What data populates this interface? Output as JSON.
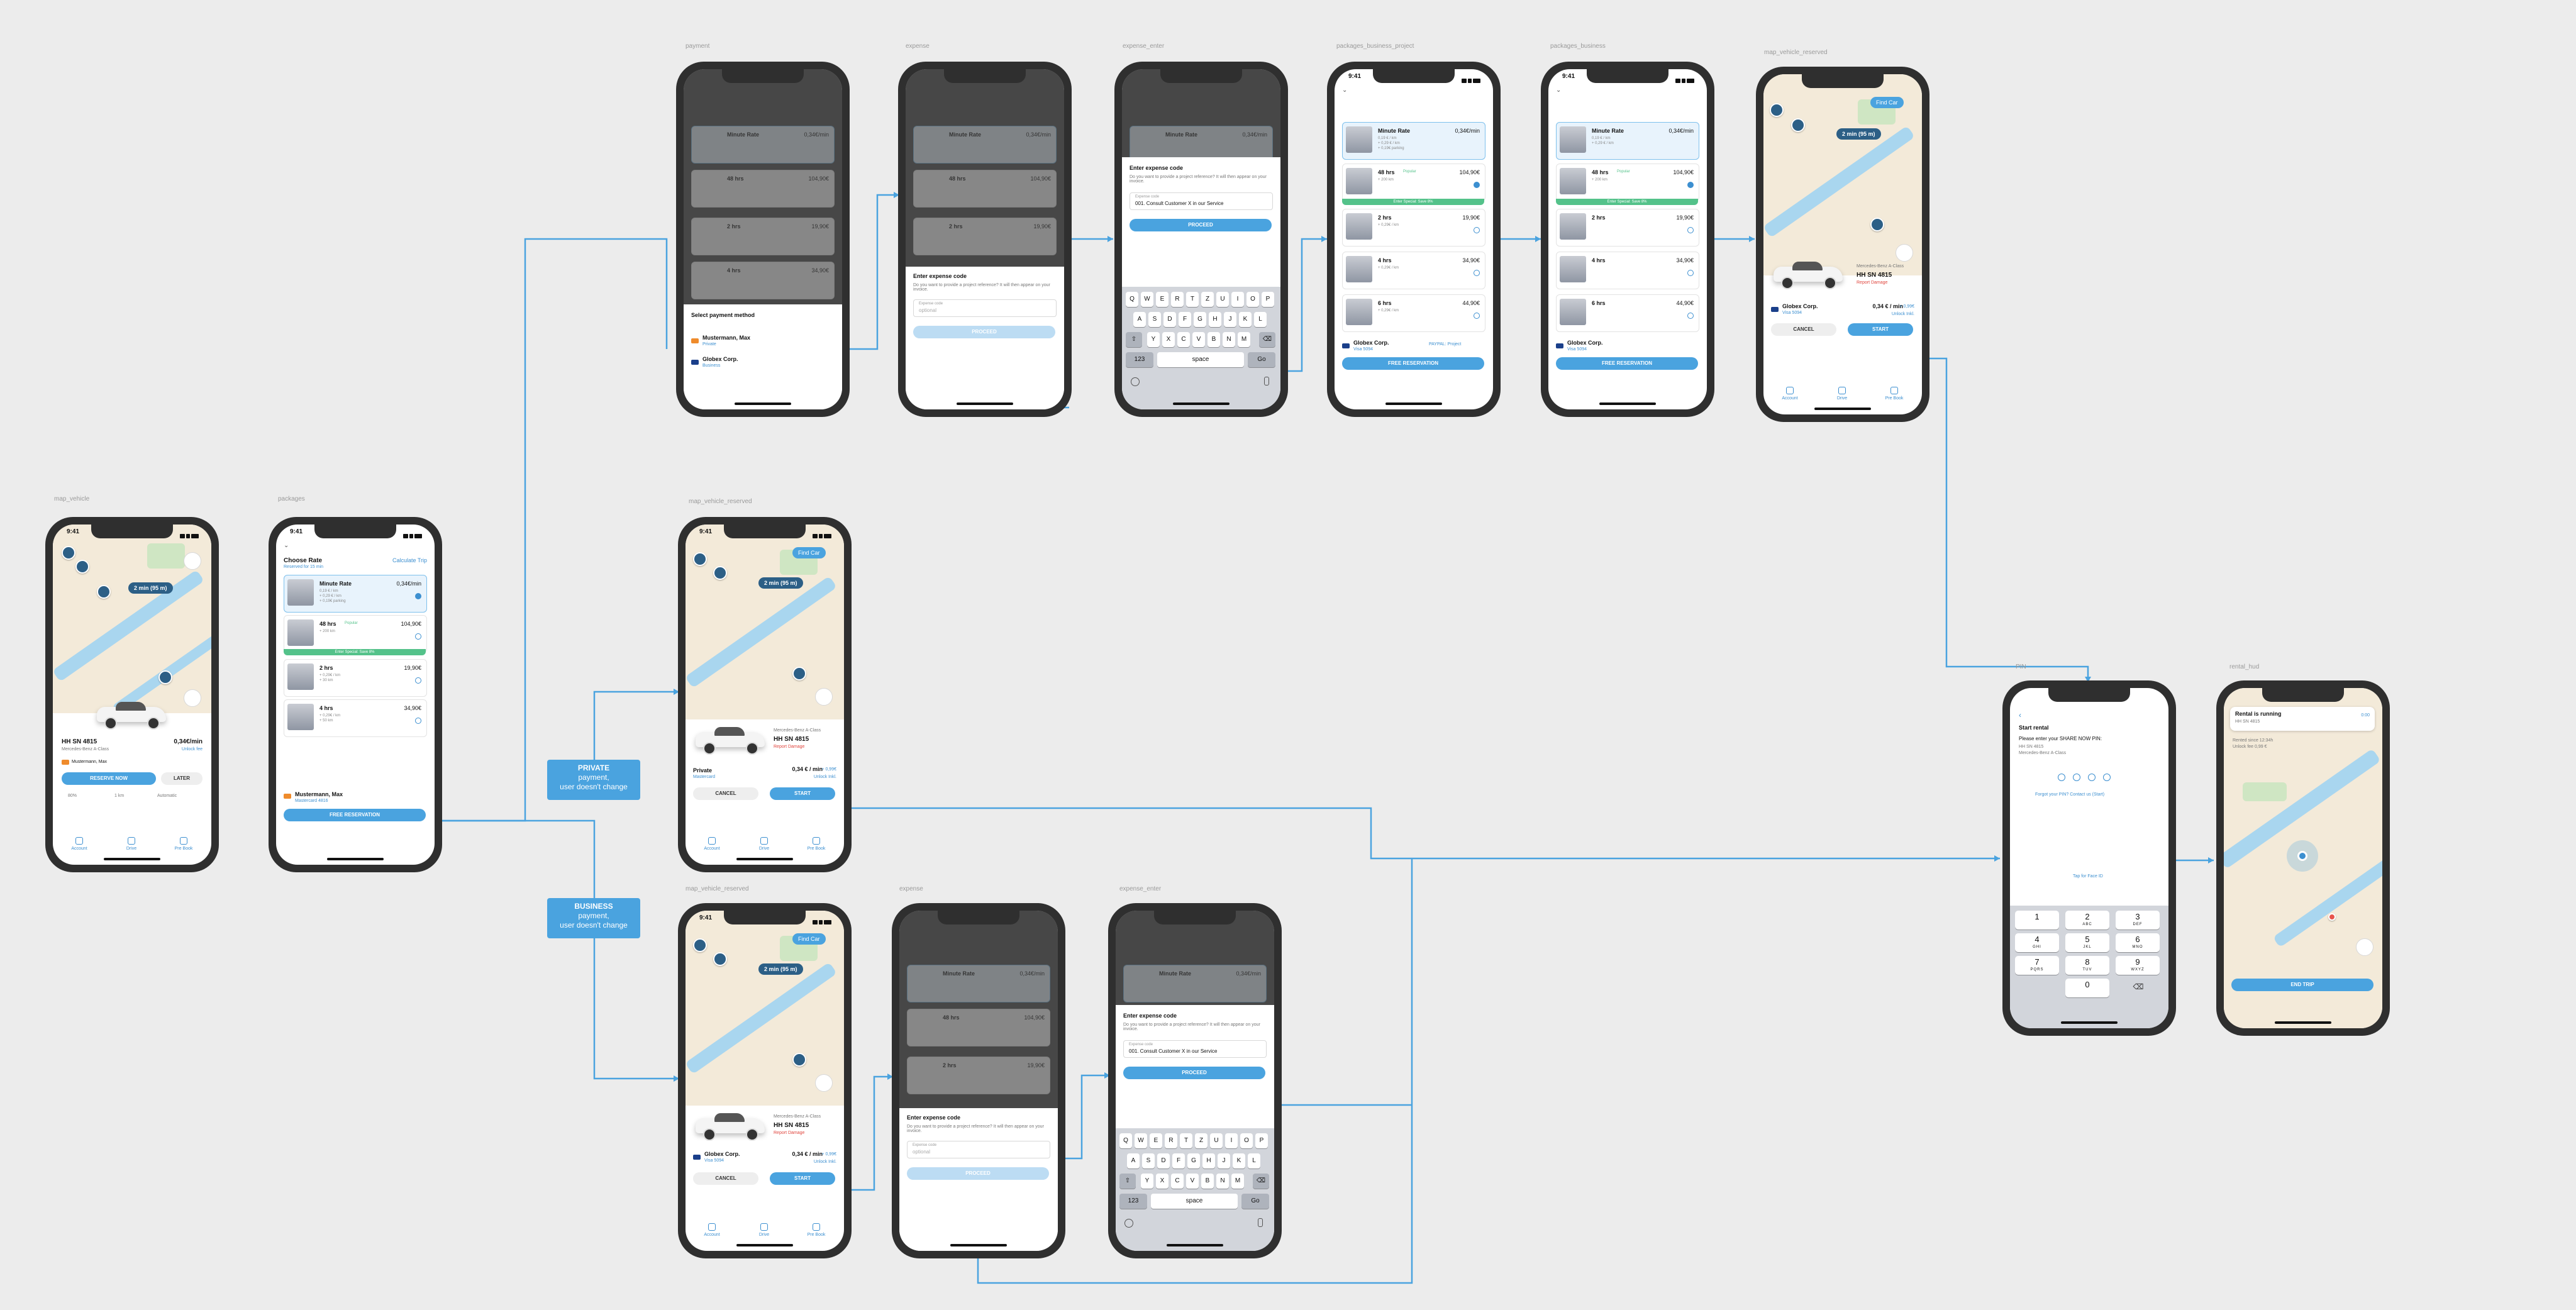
{
  "labels": {
    "map_vehicle": "map_vehicle",
    "packages": "packages",
    "payment": "payment",
    "expense": "expense",
    "expense_enter": "expense_enter",
    "packages_business_project": "packages_business_project",
    "packages_business": "packages_business",
    "map_vehicle_reserved": "map_vehicle_reserved",
    "pin": "PIN",
    "rental_hud": "rental_hud"
  },
  "status_time": "9:41",
  "annotations": {
    "private_title": "PRIVATE",
    "private_text": "payment,",
    "private_text2": "user doesn't change",
    "business_title": "BUSINESS",
    "business_text": "payment,",
    "business_text2": "user doesn't change"
  },
  "map": {
    "eta": "2 min",
    "eta_suffix": "(95 m)",
    "find_car": "Find Car"
  },
  "vehicle": {
    "plate": "HH SN 4815",
    "model": "Mercedes-Benz A-Class",
    "price": "0,34€/min",
    "price_sub": "Unlock fee",
    "owner": "Mustermann, Max",
    "reserve_btn": "RESERVE NOW",
    "later_btn": "LATER",
    "fuel": "80%",
    "distance": "1 km",
    "extra": "Automatic",
    "report": "Report Damage"
  },
  "reserved": {
    "private_label": "Private",
    "private_sub": "Mastercard",
    "business_label": "Globex Corp.",
    "business_sub": "Visa 5094",
    "price": "0,34 € / min",
    "price_strike": "+ 0,99€",
    "price_sub": "Unlock Inkl.",
    "cancel_btn": "CANCEL",
    "start_btn": "START"
  },
  "tabs": [
    "Account",
    "Drive",
    "Pre Book"
  ],
  "packages": {
    "header_title": "Choose Rate",
    "header_sub": "Reserved for 15 min",
    "calc_link": "Calculate Trip",
    "bonus_strip": "Enter Special: Save 8%",
    "rates": [
      {
        "name": "Minute Rate",
        "price": "0,34€/min",
        "d1": "0,19 € / km",
        "d2": "+ 0,29 € / km",
        "d3": "+ 0,19€ parking"
      },
      {
        "name": "48 hrs",
        "tag": "Popular",
        "price": "104,90€",
        "d1": "+ 200 km",
        "d2": "",
        "d3": ""
      },
      {
        "name": "2 hrs",
        "price": "19,90€",
        "d1": "+ 0,29€ / km",
        "d2": "+ 30 km",
        "d3": ""
      },
      {
        "name": "4 hrs",
        "price": "34,90€",
        "d1": "+ 0,29€ / km",
        "d2": "+ 50 km",
        "d3": ""
      },
      {
        "name": "6 hrs",
        "price": "44,90€",
        "d1": "+ 0,29€ / km",
        "d2": "",
        "d3": ""
      }
    ],
    "payer_private": "Mustermann, Max",
    "payer_private_sub": "Mastercard 4816",
    "payer_business": "Globex Corp.",
    "payer_business_sub": "Visa 5094",
    "project_link": "PAYPAL: Project",
    "free_res_btn": "FREE RESERVATION"
  },
  "payment_sheet": {
    "title": "Select payment method",
    "opt1": "Mustermann, Max",
    "opt1_sub": "Private",
    "opt2": "Globex Corp.",
    "opt2_sub": "Business"
  },
  "expense": {
    "title": "Enter expense code",
    "desc": "Do you want to provide a project reference? It will then appear on your invoice.",
    "field_label": "Expense code",
    "placeholder": "optional",
    "value": "001. Consult Customer X in our Service",
    "proceed": "PROCEED"
  },
  "keyboard": {
    "row1": [
      "Q",
      "W",
      "E",
      "R",
      "T",
      "Z",
      "U",
      "I",
      "O",
      "P"
    ],
    "row2": [
      "A",
      "S",
      "D",
      "F",
      "G",
      "H",
      "J",
      "K",
      "L"
    ],
    "row3": [
      "Y",
      "X",
      "C",
      "V",
      "B",
      "N",
      "M"
    ],
    "num": "123",
    "space": "space",
    "go": "Go"
  },
  "pin_screen": {
    "title": "Start rental",
    "desc": "Please enter your SHARE NOW PIN:",
    "sub1": "HH SN 4815",
    "sub2": "Mercedes-Benz A-Class",
    "forgot": "Forgot your PIN? Contact us (Start)",
    "faceid": "Tap for Face ID",
    "keys": [
      {
        "n": "1",
        "l": ""
      },
      {
        "n": "2",
        "l": "ABC"
      },
      {
        "n": "3",
        "l": "DEF"
      },
      {
        "n": "4",
        "l": "GHI"
      },
      {
        "n": "5",
        "l": "JKL"
      },
      {
        "n": "6",
        "l": "MNO"
      },
      {
        "n": "7",
        "l": "PQRS"
      },
      {
        "n": "8",
        "l": "TUV"
      },
      {
        "n": "9",
        "l": "WXYZ"
      },
      {
        "n": "0",
        "l": ""
      }
    ]
  },
  "rental_hud": {
    "title": "Rental is running",
    "plate": "HH SN 4815",
    "timer": "0:00",
    "sub": "Rented since 12:34h",
    "sub2": "Unlock fee 0,99 €",
    "end_trip": "END TRIP"
  },
  "colors": {
    "accent": "#4aa3df",
    "accent_dark": "#2c5f86",
    "green": "#54c28a",
    "frame": "#2f2f2f",
    "canvas": "#ececec"
  }
}
